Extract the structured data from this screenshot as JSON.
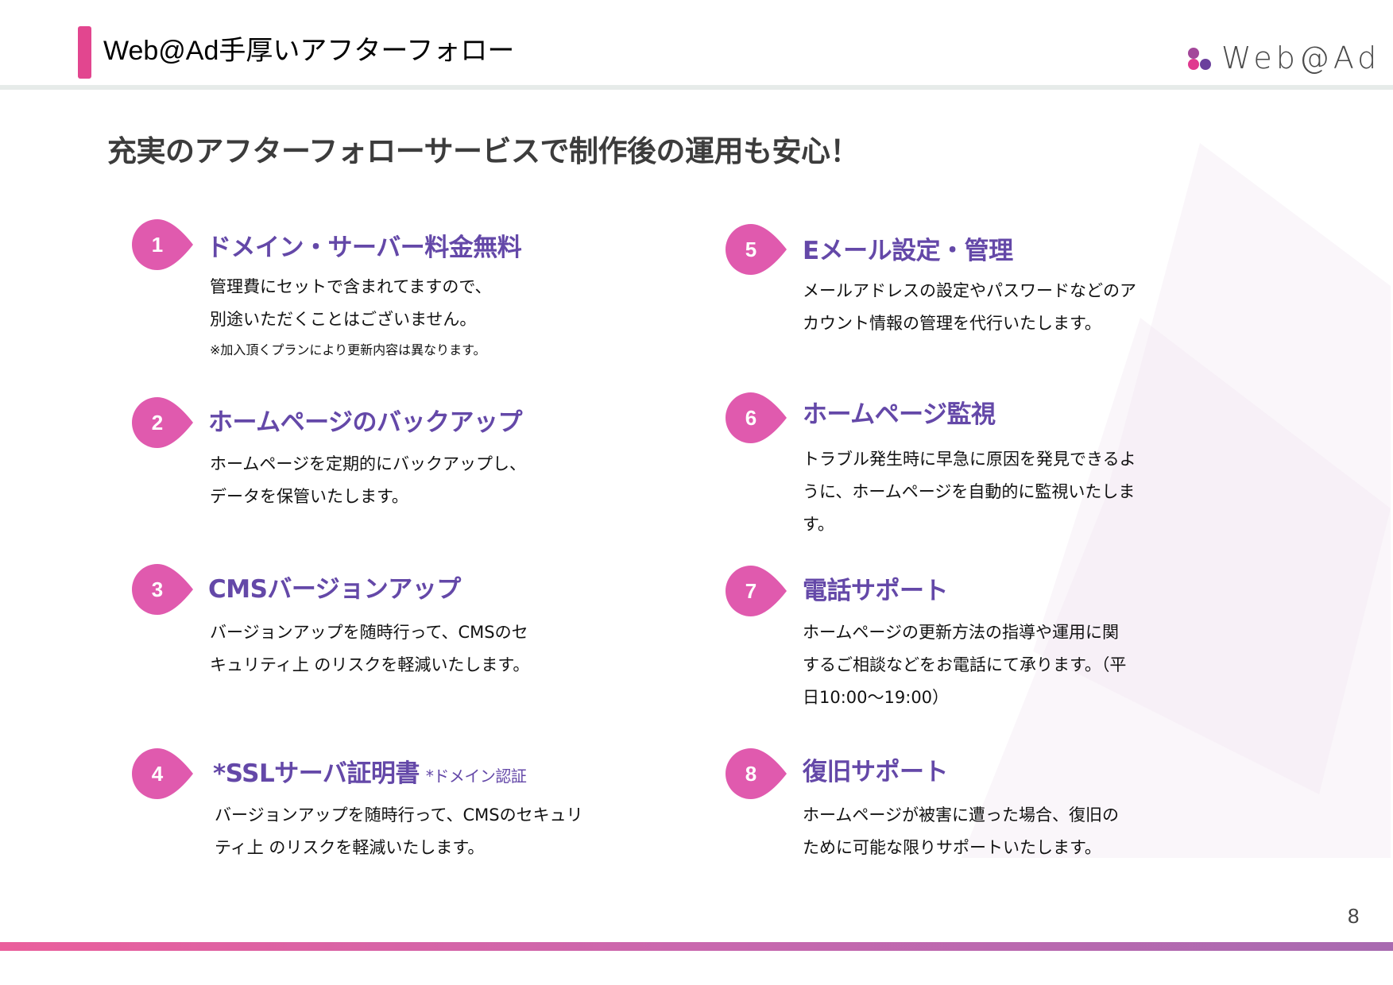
{
  "header": {
    "title": "Web@Ad手厚いアフターフォロー",
    "logo_text": "Web@Ad",
    "accent_color": "#e2468f"
  },
  "subtitle": "充実のアフターフォローサービスで制作後の運用も安心！",
  "colors": {
    "badge": "#e05aae",
    "title": "#6448a8",
    "footer_start": "#ea5f9c",
    "footer_end": "#a86ab0"
  },
  "items": [
    {
      "number": "1",
      "title": "ドメイン・サーバー料金無料",
      "note": "",
      "body": [
        "管理費にセットで含まれてますので、",
        "別途いただくことはございません。"
      ],
      "small_note": "※加入頂くプランにより更新内容は異なります。"
    },
    {
      "number": "2",
      "title": "ホームページのバックアップ",
      "note": "",
      "body": [
        "ホームページを定期的にバックアップし、",
        "データを保管いたします。"
      ],
      "small_note": ""
    },
    {
      "number": "3",
      "title": "CMSバージョンアップ",
      "note": "",
      "body": [
        "バージョンアップを随時行って、CMSのセ",
        "キュリティ上 のリスクを軽減いたします。"
      ],
      "small_note": ""
    },
    {
      "number": "4",
      "title": "*SSLサーバ証明書",
      "note": "*ドメイン認証",
      "body": [
        "バージョンアップを随時行って、CMSのセキュリ",
        "ティ上 のリスクを軽減いたします。"
      ],
      "small_note": ""
    },
    {
      "number": "5",
      "title": "Eメール設定・管理",
      "note": "",
      "body": [
        "メールアドレスの設定やパスワードなどのア",
        "カウント情報の管理を代行いたします。"
      ],
      "small_note": ""
    },
    {
      "number": "6",
      "title": "ホームページ監視",
      "note": "",
      "body": [
        "トラブル発生時に早急に原因を発見できるよ",
        "うに、ホームページを自動的に監視いたしま",
        "す。"
      ],
      "small_note": ""
    },
    {
      "number": "7",
      "title": "電話サポート",
      "note": "",
      "body": [
        "ホームページの更新方法の指導や運用に関",
        "するご相談などをお電話にて承ります。（平",
        "日10:00～19:00）"
      ],
      "small_note": ""
    },
    {
      "number": "8",
      "title": "復旧サポート",
      "note": "",
      "body": [
        "ホームページが被害に遭った場合、復旧の",
        "ために可能な限りサポートいたします。"
      ],
      "small_note": ""
    }
  ],
  "page_number": "8"
}
